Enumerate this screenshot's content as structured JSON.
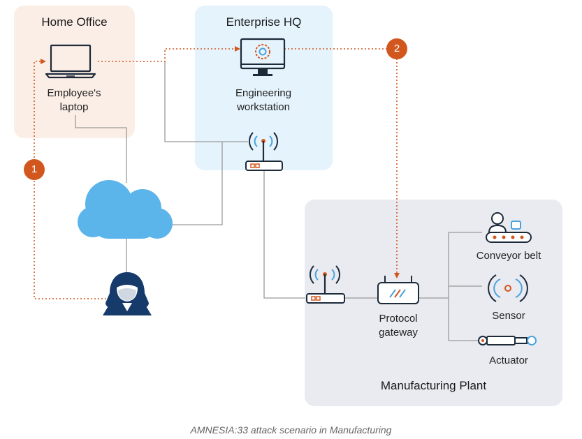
{
  "zones": {
    "home_office": "Home Office",
    "enterprise_hq": "Enterprise HQ",
    "manufacturing_plant": "Manufacturing Plant"
  },
  "nodes": {
    "laptop": [
      "Employee's",
      "laptop"
    ],
    "workstation": [
      "Engineering",
      "workstation"
    ],
    "gateway": [
      "Protocol",
      "gateway"
    ],
    "conveyor": "Conveyor belt",
    "sensor": "Sensor",
    "actuator": "Actuator"
  },
  "steps": [
    "1",
    "2"
  ],
  "caption": "AMNESIA:33 attack scenario in Manufacturing",
  "icons": [
    "laptop-icon",
    "monitor-gear-icon",
    "router-icon",
    "cloud-icon",
    "hacker-icon",
    "gateway-icon",
    "conveyor-icon",
    "sensor-icon",
    "actuator-icon"
  ],
  "colors": {
    "home_bg": "#fbeee6",
    "hq_bg": "#e5f3fc",
    "plant_bg": "#e9ebf1",
    "attack_path": "#d2571f",
    "cloud": "#5bb4ea",
    "hacker": "#163b6b",
    "icon_dark": "#1c2a3a",
    "icon_accent": "#d2571f",
    "link_gray": "#9a9a9a"
  }
}
